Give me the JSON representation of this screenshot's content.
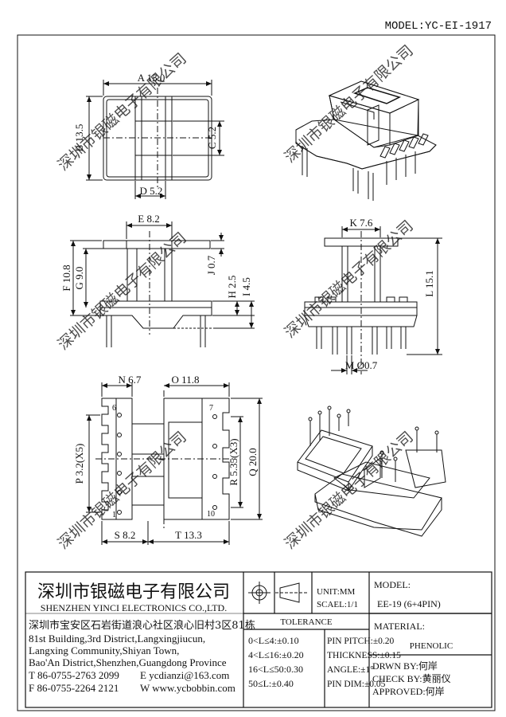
{
  "model_label": "MODEL:YC-EI-1917",
  "watermark": "深圳市银磁电子有限公司",
  "dimensions": {
    "A": "A 15.0",
    "B": "B 13.5",
    "C": "C 5.2",
    "D": "D 5.2",
    "E": "E 8.2",
    "F": "F 10.8",
    "G": "G 9.0",
    "H": "H 2.5",
    "I": "I 4.5",
    "J": "J 0.7",
    "K": "K 7.6",
    "L": "L 15.1",
    "M": "M Ø0.7",
    "N": "N 6.7",
    "O": "O 11.8",
    "P": "P 3.2(X5)",
    "Q": "Q 20.0",
    "R": "R 5.35(X3)",
    "S": "S 8.2",
    "T": "T 13.3"
  },
  "pins": {
    "p6": "6",
    "p1": "1",
    "p7": "7",
    "p10": "10"
  },
  "company": {
    "name_cn": "深圳市银磁电子有限公司",
    "name_en": "SHENZHEN YINCI ELECTRONICS CO.,LTD.",
    "address_cn": "深圳市宝安区石岩街道浪心社区浪心旧村3区81栋",
    "address_en_1": "81st Building,3rd District,Langxingjiucun,",
    "address_en_2": "Langxing Community,Shiyan Town,",
    "address_en_3": "Bao'An District,Shenzhen,Guangdong Province",
    "tel": "T 86-0755-2763 2099",
    "fax": "F 86-0755-2264 2121",
    "email": "E ycdianzi@163.com",
    "web": "W www.ycbobbin.com"
  },
  "unit": "UNIT:MM",
  "scale": "SCAEL:1/1",
  "model_title": "MODEL:",
  "model_value": "EE-19 (6+4PIN)",
  "tolerance_title": "TOLERANCE",
  "tolerances": [
    "0<L≤4:±0.10",
    "4<L≤16:±0.20",
    "16<L≤50:0.30",
    "50≤L:±0.40"
  ],
  "pin_tolerances": [
    "PIN PITCH:±0.20",
    "THICKNESS:±0.15",
    "ANGLE:±1°",
    "PIN DIM:±0.05"
  ],
  "material_title": "MATERIAL:",
  "material_value": "PHENOLIC",
  "drawn_by": "DRWN BY:何岸",
  "check_by": "CHECK BY:黄丽仪",
  "approved": "APPROVED:何岸"
}
